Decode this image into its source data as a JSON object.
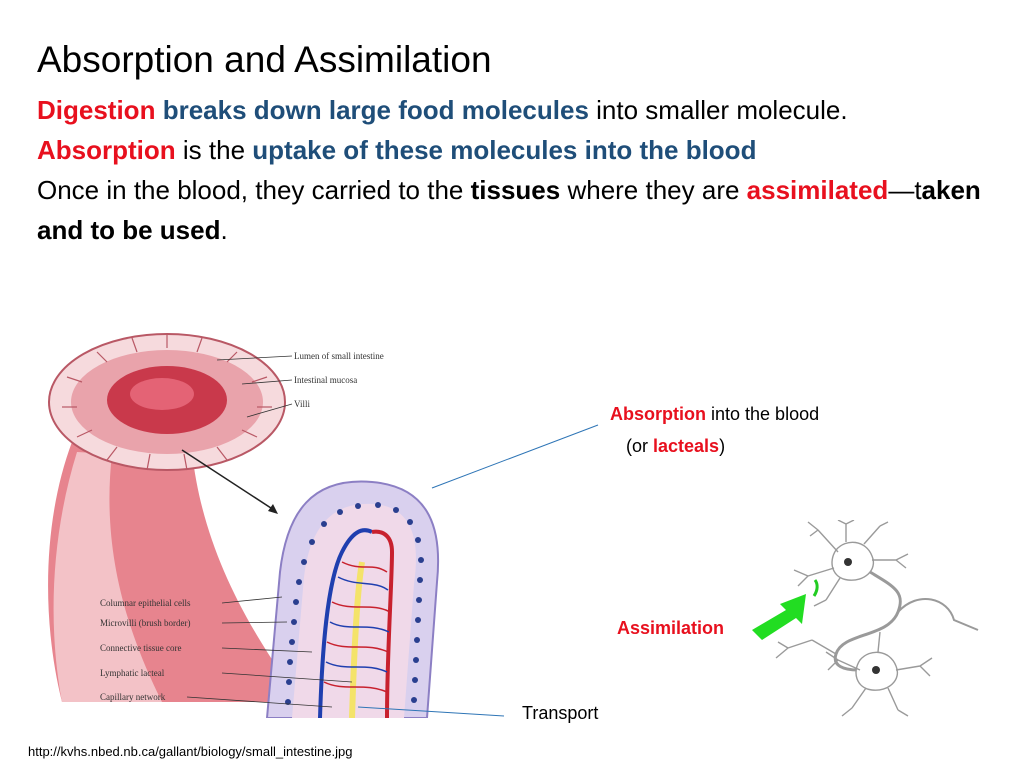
{
  "slide": {
    "title": "Absorption and Assimilation",
    "line1": {
      "digestion": "Digestion",
      "breaks_down": "breaks down large food molecules",
      "rest": "into smaller molecule."
    },
    "line2": {
      "absorption": "Absorption",
      "is_the": "is the",
      "uptake": "uptake of these molecules into the blood"
    },
    "line3": {
      "once": "Once in the blood, they carried to the",
      "tissues": "tissues",
      "where": "where they are",
      "assimilated": "assimilated",
      "dash": "—t",
      "taken": "aken and to be used",
      "period": "."
    }
  },
  "figure_labels": {
    "lumen": "Lumen of small intestine",
    "mucosa": "Intestinal mucosa",
    "villi": "Villi",
    "columnar": "Columnar epithelial cells",
    "microvilli": "Microvilli (brush border)",
    "connective": "Connective tissue core",
    "lacteal": "Lymphatic lacteal",
    "capillary": "Capillary network"
  },
  "annotations": {
    "absorption_word": "Absorption",
    "into_blood": "into the blood",
    "or_open": "(or",
    "lacteals": "lacteals",
    "close": ")",
    "assimilation": "Assimilation",
    "transport": "Transport"
  },
  "caption": "http://kvhs.nbed.nb.ca/gallant/biology/small_intestine.jpg",
  "colors": {
    "red": "#e8101e",
    "navy": "#1f4e79",
    "arrow_green": "#22dd22",
    "pointer_line": "#2e75b6"
  }
}
